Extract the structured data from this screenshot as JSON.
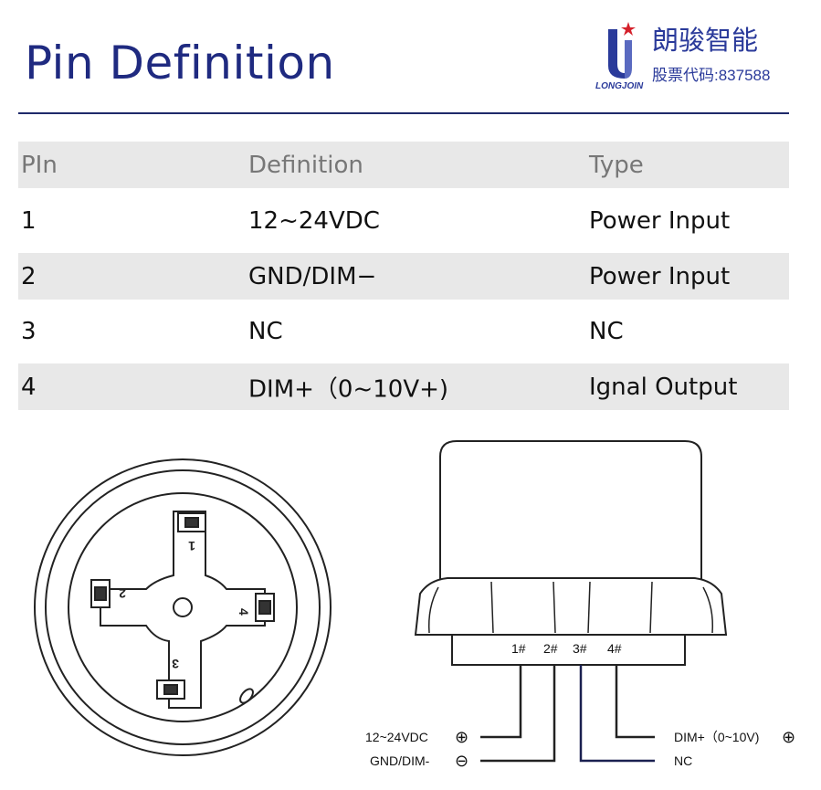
{
  "title": "Pin Definition",
  "logo": {
    "brand_cn": "朗骏智能",
    "brand_en": "LONGJOIN",
    "stock": "股票代码:837588",
    "colors": {
      "navy": "#2a3a9a",
      "star": "#d4202a"
    }
  },
  "table": {
    "headers": [
      "PIn",
      "Definition",
      "Type"
    ],
    "rows": [
      {
        "pin": "1",
        "definition": "12~24VDC",
        "type": "Power Input"
      },
      {
        "pin": "2",
        "definition": "GND/DIM−",
        "type": "Power Input"
      },
      {
        "pin": "3",
        "definition": "NC",
        "type": "NC"
      },
      {
        "pin": "4",
        "definition": "DIM+（0~10V+)",
        "type": "Ignal Output"
      }
    ]
  },
  "bottom_view": {
    "pad_labels": [
      "1",
      "2",
      "3",
      "4"
    ]
  },
  "side_view": {
    "pin_labels": [
      "1#",
      "2#",
      "3#",
      "4#"
    ],
    "wires": {
      "w1": "12~24VDC",
      "w2": "GND/DIM-",
      "w3": "NC",
      "w4": "DIM+（0~10V)"
    },
    "symbols": {
      "plus": "⊕",
      "minus": "⊖"
    }
  }
}
